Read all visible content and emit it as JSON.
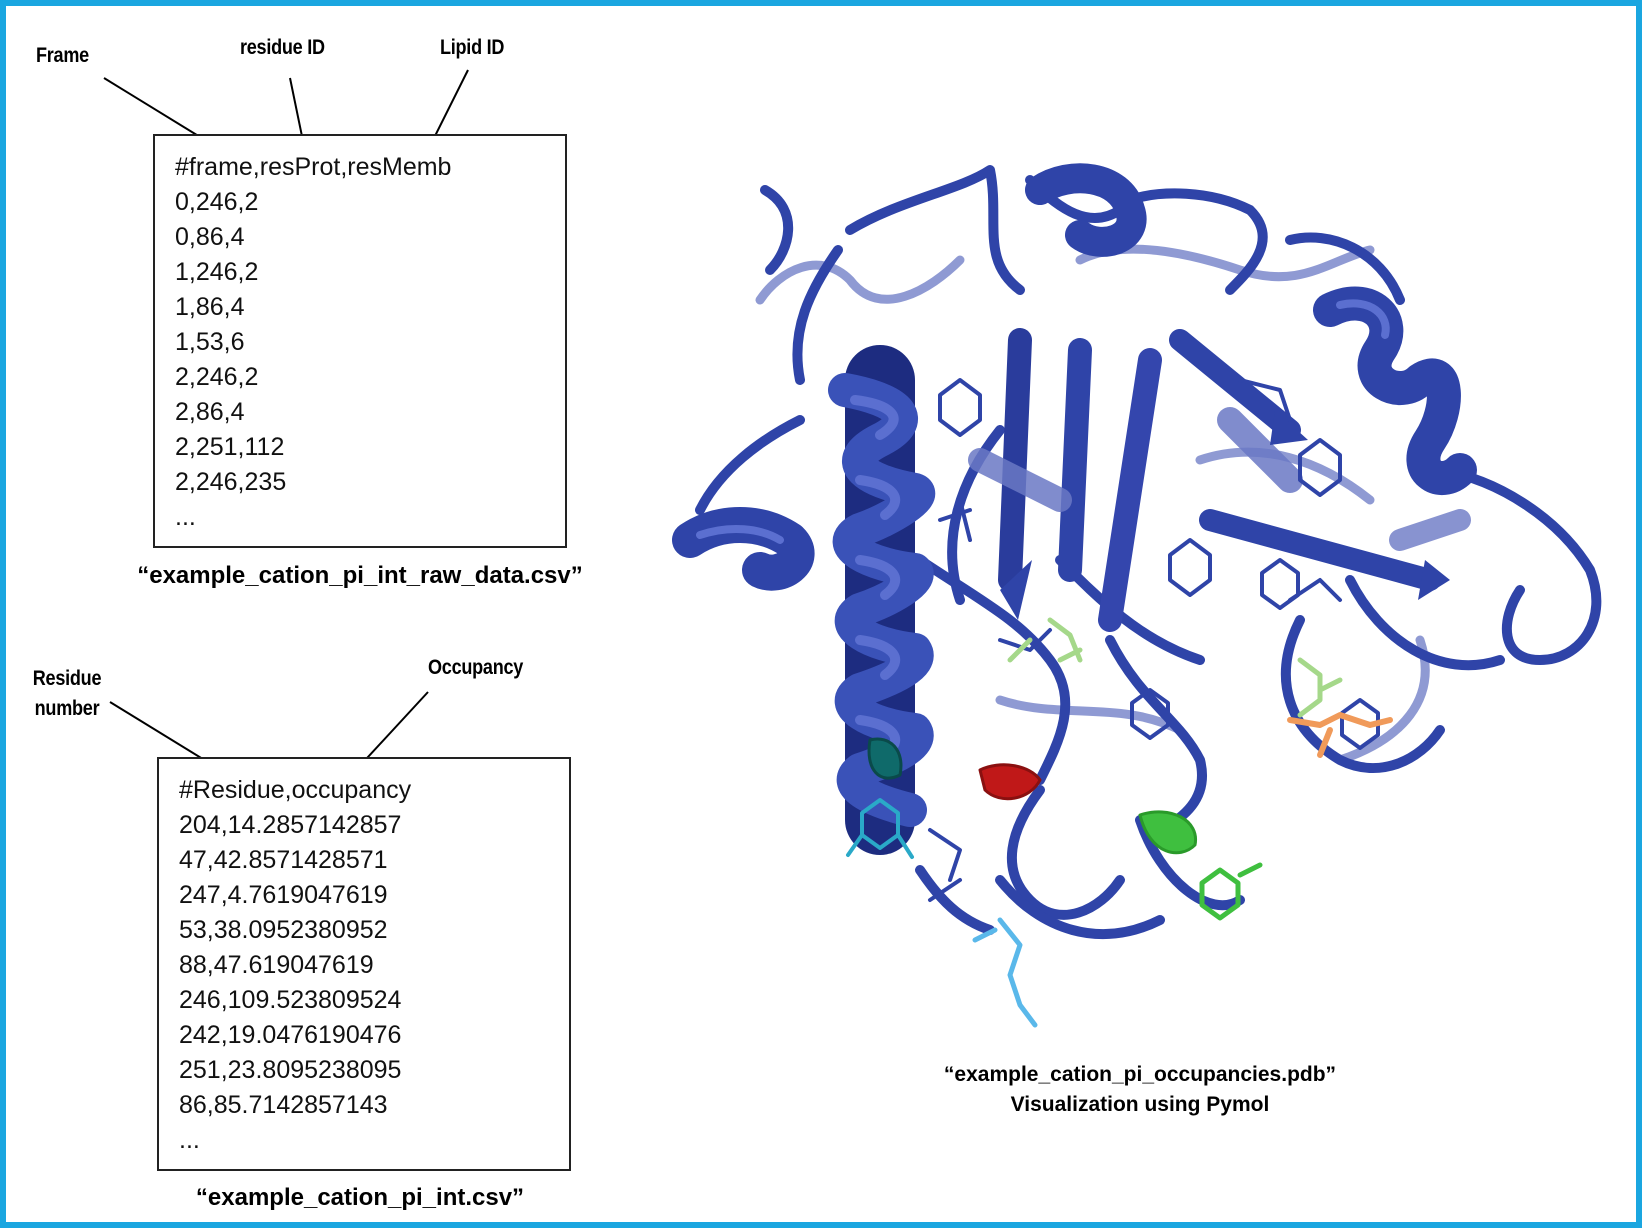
{
  "raw_data": {
    "labels": {
      "frame": "Frame",
      "residue_id": "residue ID",
      "lipid_id": "Lipid ID"
    },
    "lines": [
      "#frame,resProt,resMemb",
      "0,246,2",
      "0,86,4",
      "1,246,2",
      "1,86,4",
      "1,53,6",
      "2,246,2",
      "2,86,4",
      "2,251,112",
      "2,246,235",
      "..."
    ],
    "filename": "“example_cation_pi_int_raw_data.csv”"
  },
  "occupancy": {
    "labels": {
      "residue_number_line1": "Residue",
      "residue_number_line2": "number",
      "occupancy": "Occupancy"
    },
    "lines": [
      "#Residue,occupancy",
      "204,14.2857142857",
      "47,42.8571428571",
      "247,4.7619047619",
      "53,38.0952380952",
      "88,47.619047619",
      "246,109.523809524",
      "242,19.0476190476",
      "251,23.8095238095",
      "86,85.7142857143",
      "..."
    ],
    "filename": "“example_cation_pi_int.csv”"
  },
  "protein": {
    "caption_line1": "“example_cation_pi_occupancies.pdb”",
    "caption_line2": "Visualization using Pymol",
    "colors": {
      "frame_border": "#1aa6e0",
      "cartoon": "#2f44a8",
      "cartoon_dark": "#1d2c80",
      "cartoon_light": "#6a78c4",
      "high_occupancy": "#c01818",
      "teal": "#0f6a6a",
      "cyan": "#2aa9c8",
      "light_blue": "#5ab8ea",
      "green": "#3fbf3f",
      "light_green": "#a5d88a",
      "orange": "#f09a5a"
    }
  }
}
